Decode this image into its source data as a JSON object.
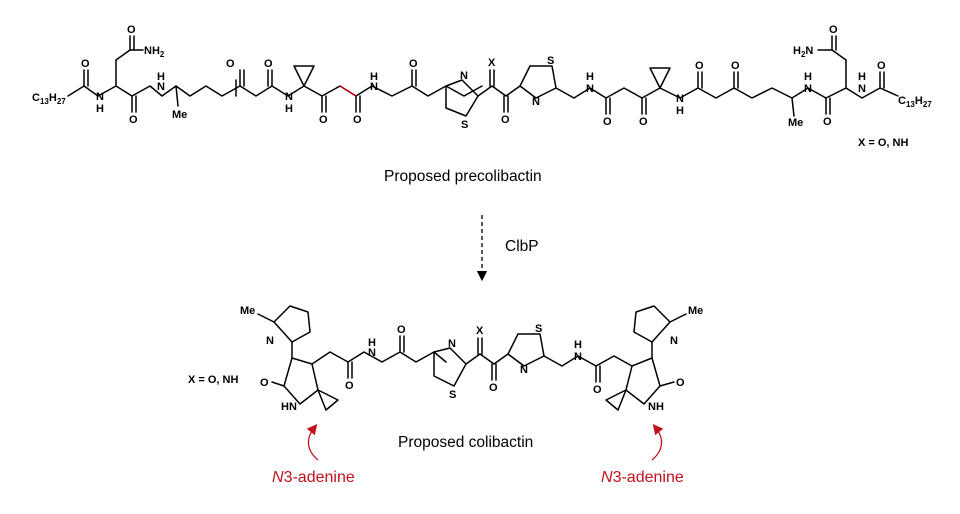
{
  "precursor": {
    "name": "Proposed precolibactin",
    "x_note": "X = O, NH",
    "tail_group": "C13H27"
  },
  "reaction": {
    "enzyme": "ClbP"
  },
  "product": {
    "name": "Proposed colibactin",
    "x_note": "X = O, NH",
    "alkylation_site_italic": "N",
    "alkylation_site_rest": "3-adenine"
  },
  "atoms": {
    "nitrogen": "N",
    "sulfur": "S",
    "oxygen": "O",
    "amide_h": "H",
    "x": "X",
    "nh": "NH",
    "hn": "HN",
    "h2n": "H2N",
    "nh2": "NH2",
    "methyl": "Me"
  },
  "colors": {
    "site_red": "#c0121c",
    "bond_red": "#d0021b"
  }
}
